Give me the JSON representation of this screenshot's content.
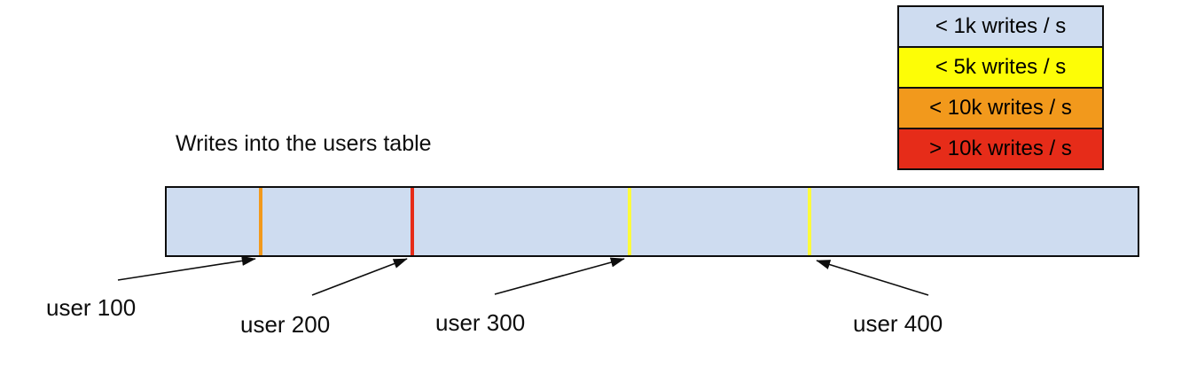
{
  "title": "Writes into the users table",
  "bar": {
    "fill": "#cedcf0",
    "ticks": [
      {
        "user": "user 100",
        "rate": "< 10k writes / s",
        "color": "#f2991c",
        "left": "9.5%"
      },
      {
        "user": "user 200",
        "rate": "> 10k writes / s",
        "color": "#e62c19",
        "left": "25.1%"
      },
      {
        "user": "user 300",
        "rate": "< 5k writes / s",
        "color": "#fdfb3c",
        "left": "47.5%"
      },
      {
        "user": "user 400",
        "rate": "< 5k writes / s",
        "color": "#fdfb3c",
        "left": "66.0%"
      }
    ]
  },
  "legend": {
    "items": [
      {
        "label": "< 1k writes / s",
        "color": "#cedcf0"
      },
      {
        "label": "< 5k writes / s",
        "color": "#fdfd06"
      },
      {
        "label": "< 10k writes / s",
        "color": "#f2991c"
      },
      {
        "label": "> 10k writes / s",
        "color": "#e62c19"
      }
    ]
  },
  "labels": {
    "user100": "user 100",
    "user200": "user 200",
    "user300": "user 300",
    "user400": "user 400"
  }
}
